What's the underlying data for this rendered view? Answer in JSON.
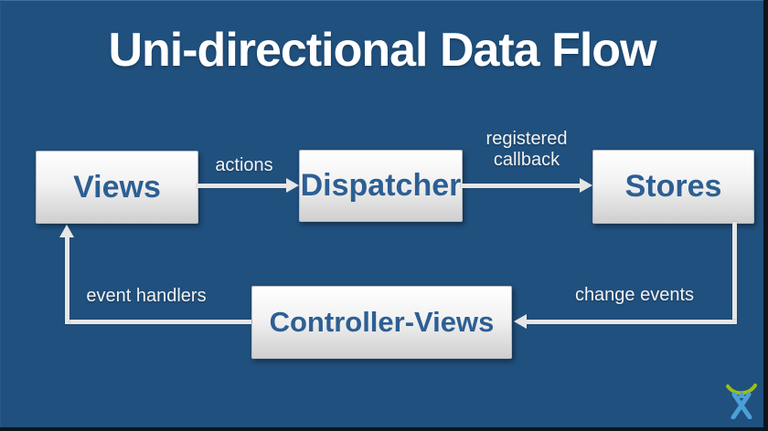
{
  "slide": {
    "title": "Uni-directional Data Flow"
  },
  "nodes": {
    "views": {
      "label": "Views"
    },
    "dispatcher": {
      "label": "Dispatcher"
    },
    "stores": {
      "label": "Stores"
    },
    "controller_views": {
      "label": "Controller-Views"
    }
  },
  "edges": {
    "views_to_dispatcher": {
      "label": "actions"
    },
    "dispatcher_to_stores": {
      "label": "registered callback"
    },
    "stores_to_controller_views": {
      "label": "change events"
    },
    "controller_views_to_views": {
      "label": "event handlers"
    }
  },
  "logo": {
    "name": "atlassian-logo"
  },
  "colors": {
    "background": "#20507E",
    "node_text": "#2D5F93",
    "node_fill_top": "#FFFFFF",
    "node_fill_bottom": "#CFCFCF",
    "arrow": "#E6E6E6",
    "title_text": "#FFFFFF",
    "edge_label_text": "#F2F2F2",
    "logo_green": "#9AC016",
    "logo_blue": "#4C9FD7"
  }
}
